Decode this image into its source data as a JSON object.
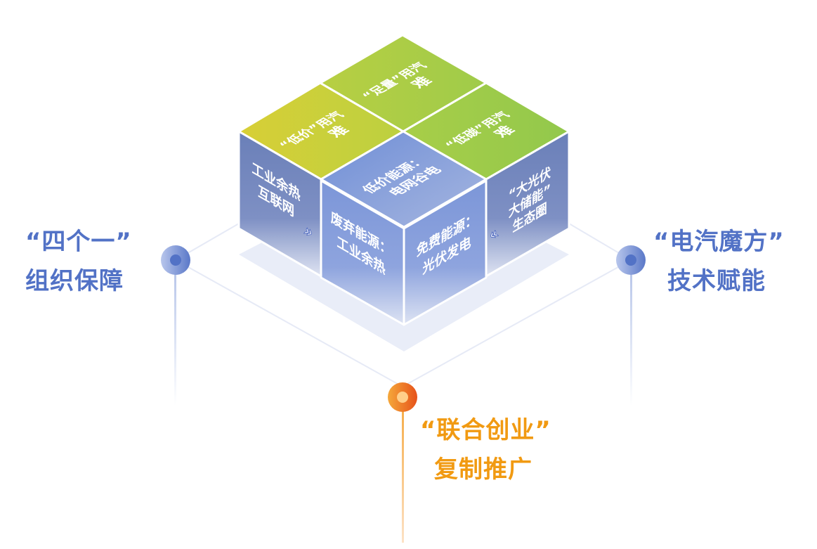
{
  "cube": {
    "top": {
      "low_price": {
        "line1": "“低价”用汽",
        "line2": "难"
      },
      "sufficient": {
        "line1": "“足量”用汽",
        "line2": "难"
      },
      "low_carbon": {
        "line1": "“低碳”用汽",
        "line2": "难"
      },
      "grid": {
        "line1": "低价能源：",
        "line2": "电网谷电"
      }
    },
    "sides": {
      "heat_network": {
        "line1": "工业余热",
        "line2": "互联网"
      },
      "waste_energy": {
        "line1": "废弃能源：",
        "line2": "工业余热"
      },
      "free_energy": {
        "line1": "免费能源：",
        "line2": "光伏发电"
      },
      "ecosystem": {
        "line1": "“大光伏",
        "line2": "大储能”",
        "line3": "生态圈"
      }
    }
  },
  "pillars": {
    "left": {
      "line1": "“四个一”",
      "line2": "组织保障"
    },
    "right": {
      "line1": "“电汽魔方”",
      "line2": "技术赋能"
    },
    "bottom": {
      "line1": "“联合创业”",
      "line2": "复制推广"
    }
  },
  "colors": {
    "blue": "#5272c6",
    "orange": "#f19a12",
    "green": "#a3cc48",
    "yellow_green": "#d3cf38"
  }
}
